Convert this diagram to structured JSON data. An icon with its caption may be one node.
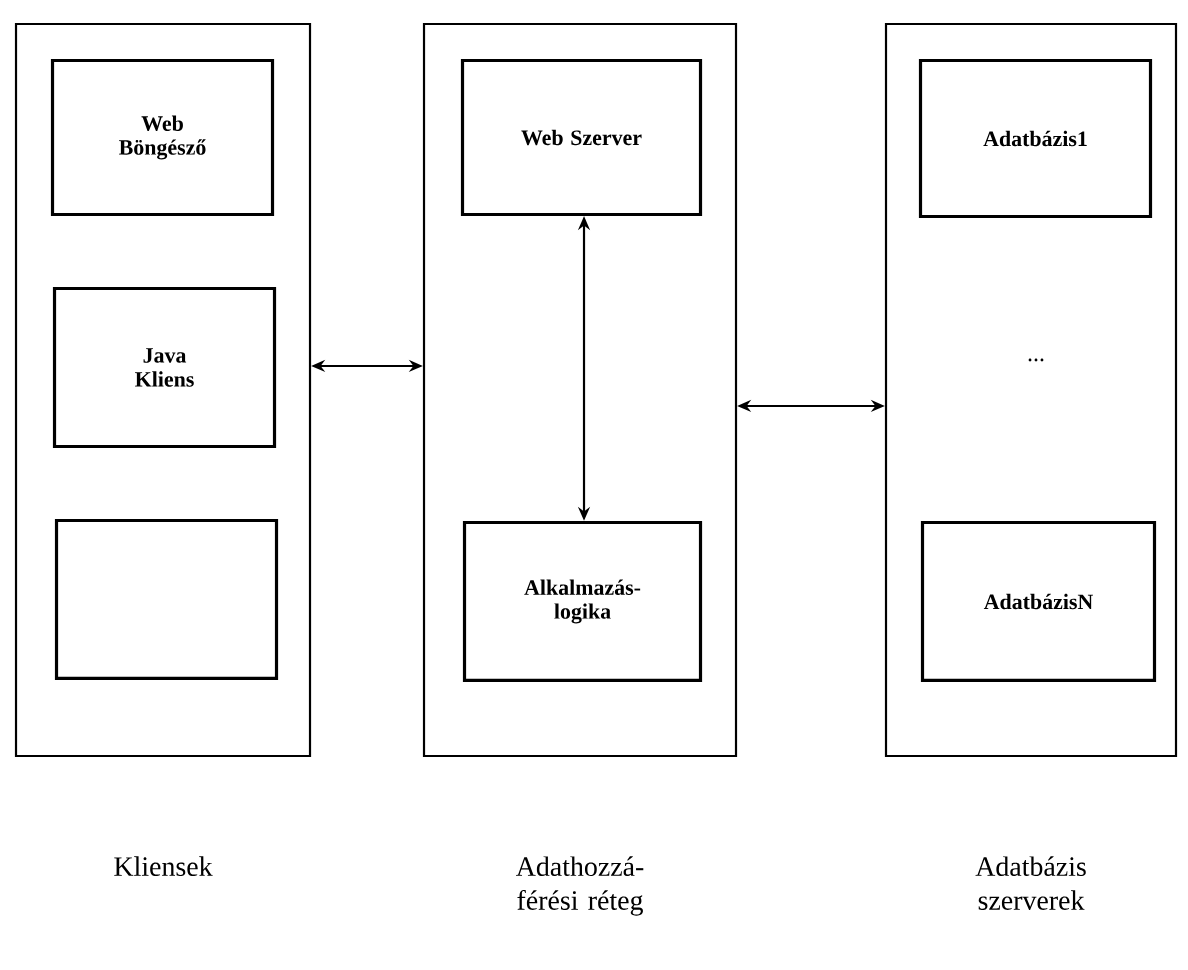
{
  "diagram": {
    "nodes": [
      {
        "text": [
          "Kliensek"
        ]
      },
      {
        "text": [
          "Web Böngésző"
        ],
        "in": 0
      },
      {
        "text": [
          "Java Kliens"
        ],
        "in": 0
      },
      {
        "text": [],
        "shape": "box",
        "in": 0
      },
      {
        "text": [
          "Adathozzá- férési réteg"
        ]
      },
      {
        "text": [
          "Web Szerver"
        ],
        "in": 4
      },
      {
        "text": [
          "Alkalmazás- logika"
        ],
        "in": 4
      },
      {
        "text": [
          "Adatbázis szerverek"
        ]
      },
      {
        "text": [
          "Adatbázis1"
        ],
        "in": 7
      },
      {
        "text": [
          "AdatbázisN"
        ],
        "in": 7
      }
    ],
    "edges": [
      {
        "from": 0,
        "to": 4,
        "arrow": "both"
      },
      {
        "from": 5,
        "to": 6,
        "arrow": "both"
      },
      {
        "from": 4,
        "to": 7,
        "arrow": "both"
      }
    ],
    "labels": [
      "..."
    ]
  }
}
